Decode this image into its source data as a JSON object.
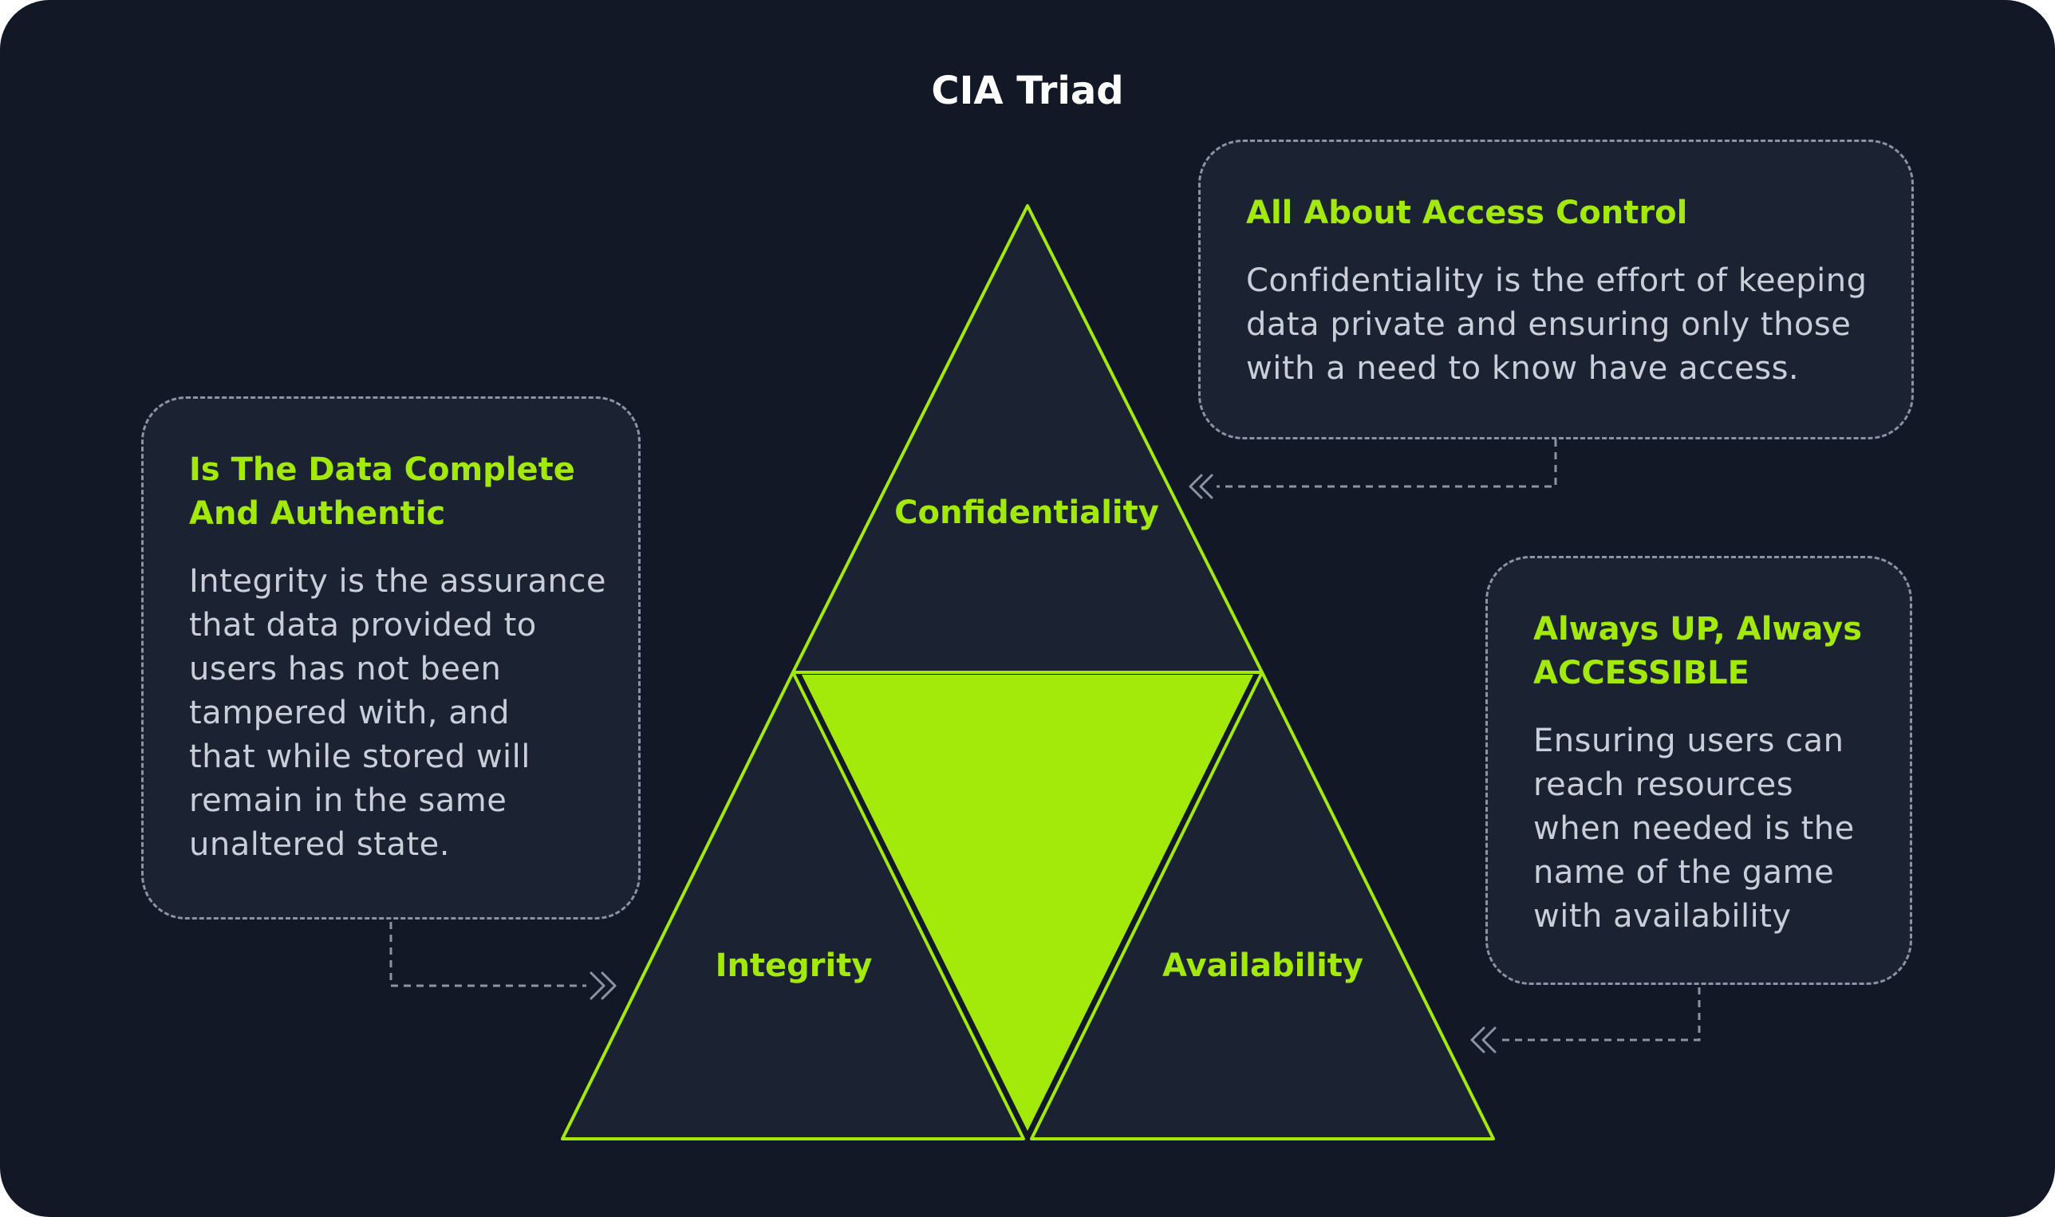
{
  "title": "CIA Triad",
  "colors": {
    "background": "#121826",
    "panel": "#1b2333",
    "accent": "#a3ea0a",
    "body_text": "#c9ced8",
    "dashed_line": "#8b93a4",
    "title_text": "#ffffff"
  },
  "segments": {
    "confidentiality": "Confidentiality",
    "integrity": "Integrity",
    "availability": "Availability"
  },
  "callouts": {
    "confidentiality": {
      "heading": "All About Access Control",
      "body_lines": [
        "Confidentiality is the effort of keeping",
        "data private and ensuring only those",
        "with a need to know have access."
      ]
    },
    "integrity": {
      "heading_lines": [
        "Is The Data Complete",
        "And Authentic"
      ],
      "body_lines": [
        "Integrity is the assurance",
        "that data provided to",
        "users has not been",
        "tampered with, and",
        "that while stored will",
        "remain in the same",
        "unaltered state."
      ]
    },
    "availability": {
      "heading_lines": [
        "Always UP, Always",
        "ACCESSIBLE"
      ],
      "body_lines": [
        "Ensuring users can",
        "reach resources",
        "when needed is the",
        "name of the game",
        "with availability"
      ]
    }
  },
  "icons": {
    "connector_arrow": "double-chevron-icon"
  }
}
